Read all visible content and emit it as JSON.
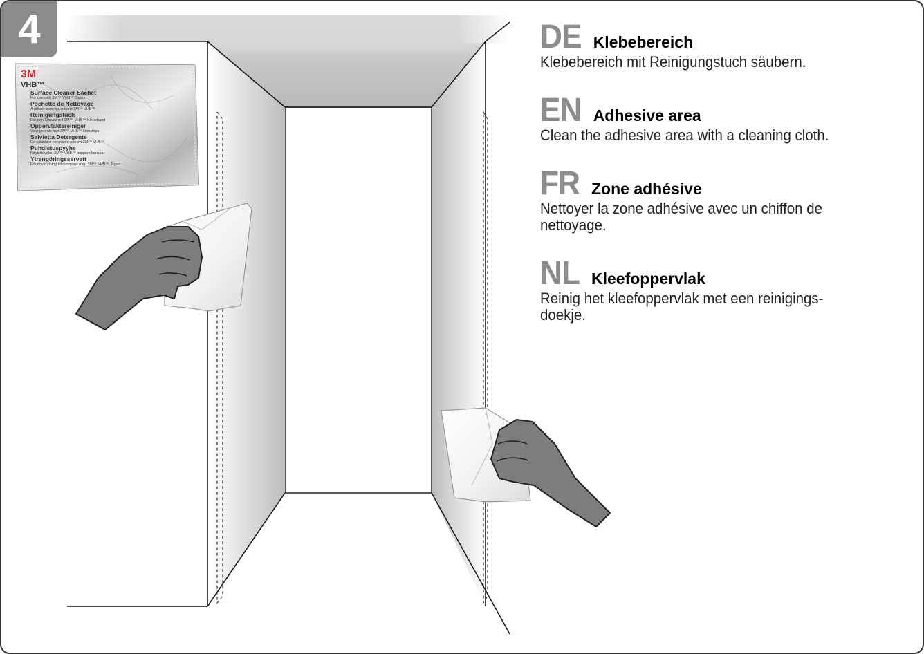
{
  "step": {
    "number": "4"
  },
  "sachet": {
    "brand": "3M",
    "product": "VHB™",
    "lines": [
      {
        "title": "Surface Cleaner Sachet",
        "sub": "For use with 3M™ VHB™ Tapes"
      },
      {
        "title": "Pochette de Nettoyage",
        "sub": "A utiliser avec les rubans 3M™ VHB™"
      },
      {
        "title": "Reinigungstuch",
        "sub": "Für den Einsatz mit 3M™ VHB™ Klebeband"
      },
      {
        "title": "Oppervlaktereiniger",
        "sub": "Voor gebruik met 3M™ VHB™ Lijmstrips"
      },
      {
        "title": "Salvietta Detergente",
        "sub": "Da utilizzare con nastri adesivi 3M™ VHB™"
      },
      {
        "title": "Puhdistuspyyhe",
        "sub": "Käytettäväksi 3M™ VHB™ teippien kanssa"
      },
      {
        "title": "Ytrengöringsservett",
        "sub": "För användning tillsammans med 3M™ VHB™ Tejper"
      }
    ]
  },
  "instructions": [
    {
      "code": "DE",
      "title": "Klebebereich",
      "text": "Klebebereich mit Reinigungstuch säubern."
    },
    {
      "code": "EN",
      "title": "Adhesive area",
      "text": "Clean the adhesive area with a cleaning cloth."
    },
    {
      "code": "FR",
      "title": "Zone adhésive",
      "text": "Nettoyer la zone adhésive avec un chiffon de nettoyage."
    },
    {
      "code": "NL",
      "title": "Kleefoppervlak",
      "text": "Reinig het kleefoppervlak met een reinigings-doekje."
    }
  ],
  "colors": {
    "badge": "#8c8c8c",
    "lang_code": "#8c8c8c",
    "glove": "#7d7d7d",
    "frame_border": "#333333"
  }
}
